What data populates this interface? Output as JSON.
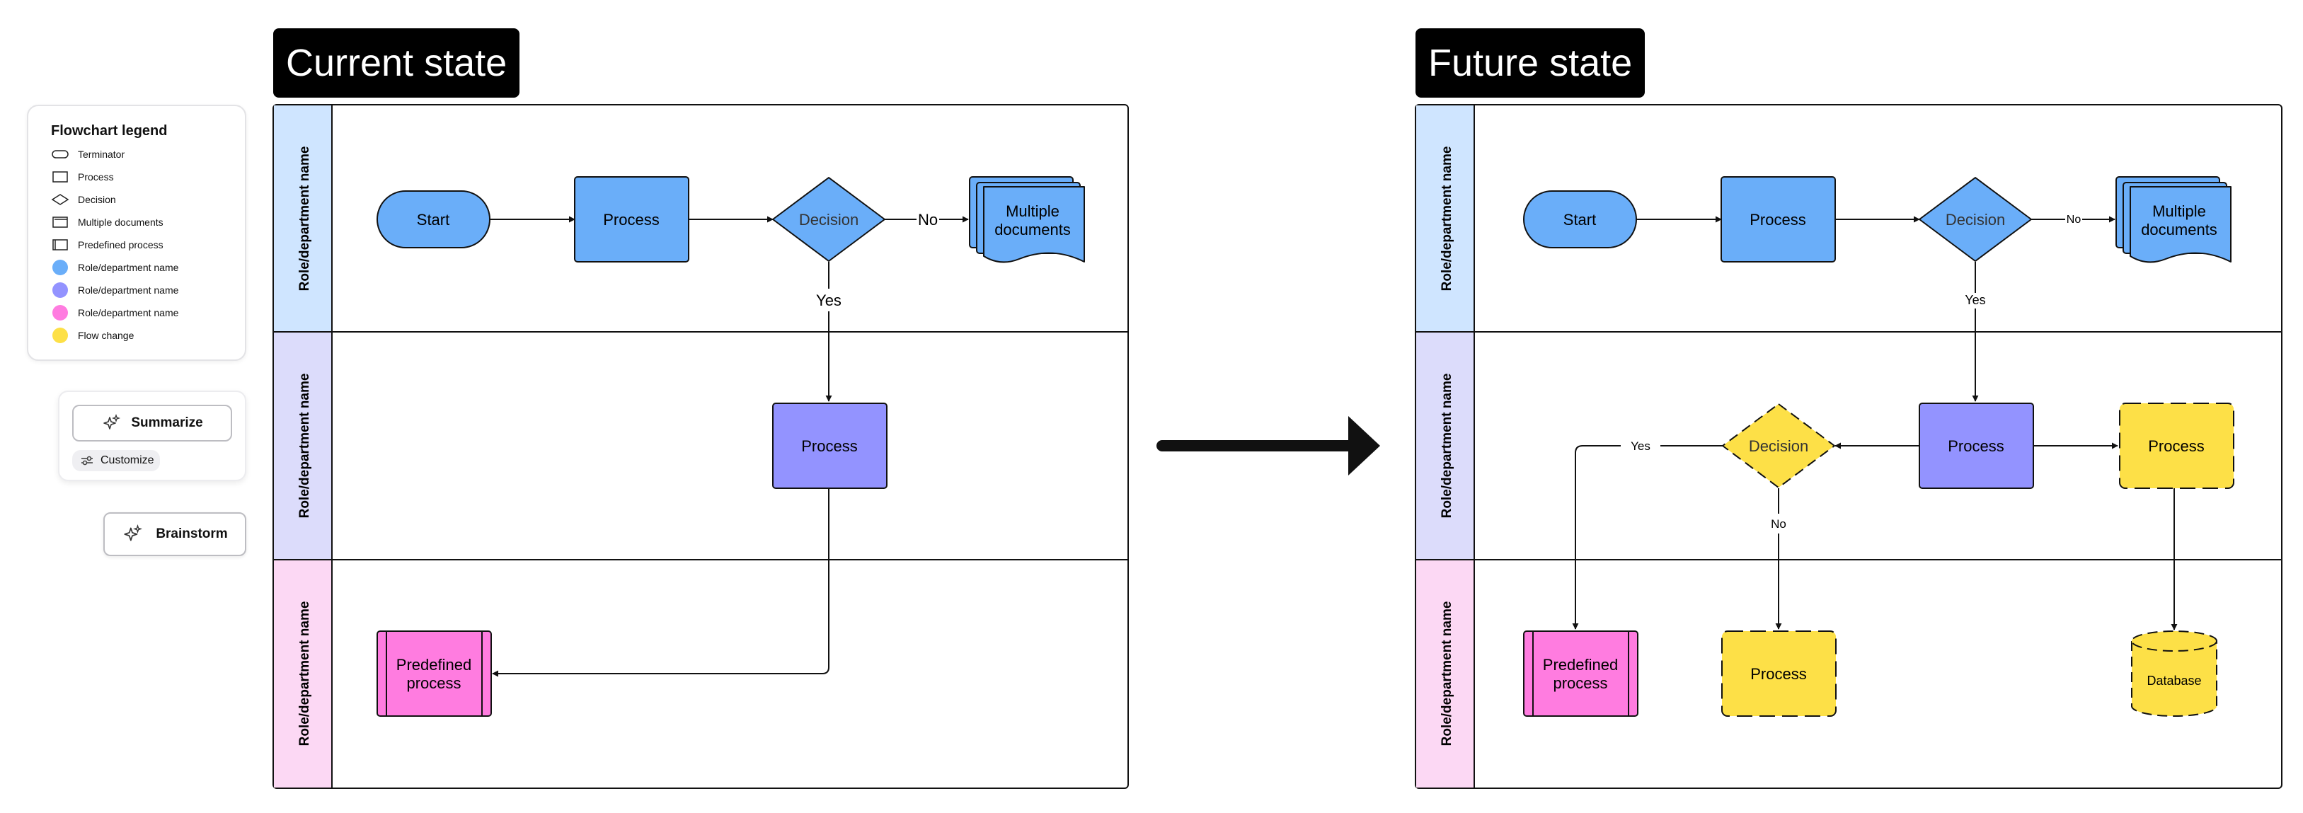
{
  "colors": {
    "blue": "#6aaef9",
    "purple": "#9393ff",
    "pink": "#ff7ce0",
    "yellow": "#fde047",
    "lane_blue": "#cfe5ff",
    "lane_purple": "#dcdcfb",
    "lane_pink": "#fcd8f4"
  },
  "legend": {
    "title": "Flowchart legend",
    "items": [
      {
        "label": "Terminator",
        "icon": "terminator-shape-icon"
      },
      {
        "label": "Process",
        "icon": "process-shape-icon"
      },
      {
        "label": "Decision",
        "icon": "decision-shape-icon"
      },
      {
        "label": "Multiple documents",
        "icon": "multiple-documents-shape-icon"
      },
      {
        "label": "Predefined process",
        "icon": "predefined-process-shape-icon"
      },
      {
        "label": "Role/department name",
        "icon": "blue-dot-icon"
      },
      {
        "label": "Role/department name",
        "icon": "purple-dot-icon"
      },
      {
        "label": "Role/department name",
        "icon": "pink-dot-icon"
      },
      {
        "label": "Flow change",
        "icon": "yellow-dot-icon"
      }
    ]
  },
  "ai": {
    "summarize_label": "Summarize",
    "customize_label": "Customize",
    "brainstorm_label": "Brainstorm"
  },
  "current": {
    "title": "Current state",
    "lanes": [
      "Role/department name",
      "Role/department name",
      "Role/department name"
    ],
    "start": "Start",
    "process1": "Process",
    "decision": "Decision",
    "no_label": "No",
    "docs": [
      "Multiple",
      "documents"
    ],
    "yes_label": "Yes",
    "process2": "Process",
    "predefined": [
      "Predefined",
      "process"
    ]
  },
  "future": {
    "title": "Future state",
    "lanes": [
      "Role/department name",
      "Role/department name",
      "Role/department name"
    ],
    "start": "Start",
    "process1": "Process",
    "decision": "Decision",
    "no_label": "No",
    "docs": [
      "Multiple",
      "documents"
    ],
    "yes_label": "Yes",
    "process2": "Process",
    "decision2": "Decision",
    "yes2_label": "Yes",
    "no2_label": "No",
    "process3": "Process",
    "predefined": [
      "Predefined",
      "process"
    ],
    "process4": "Process",
    "database": "Database"
  }
}
